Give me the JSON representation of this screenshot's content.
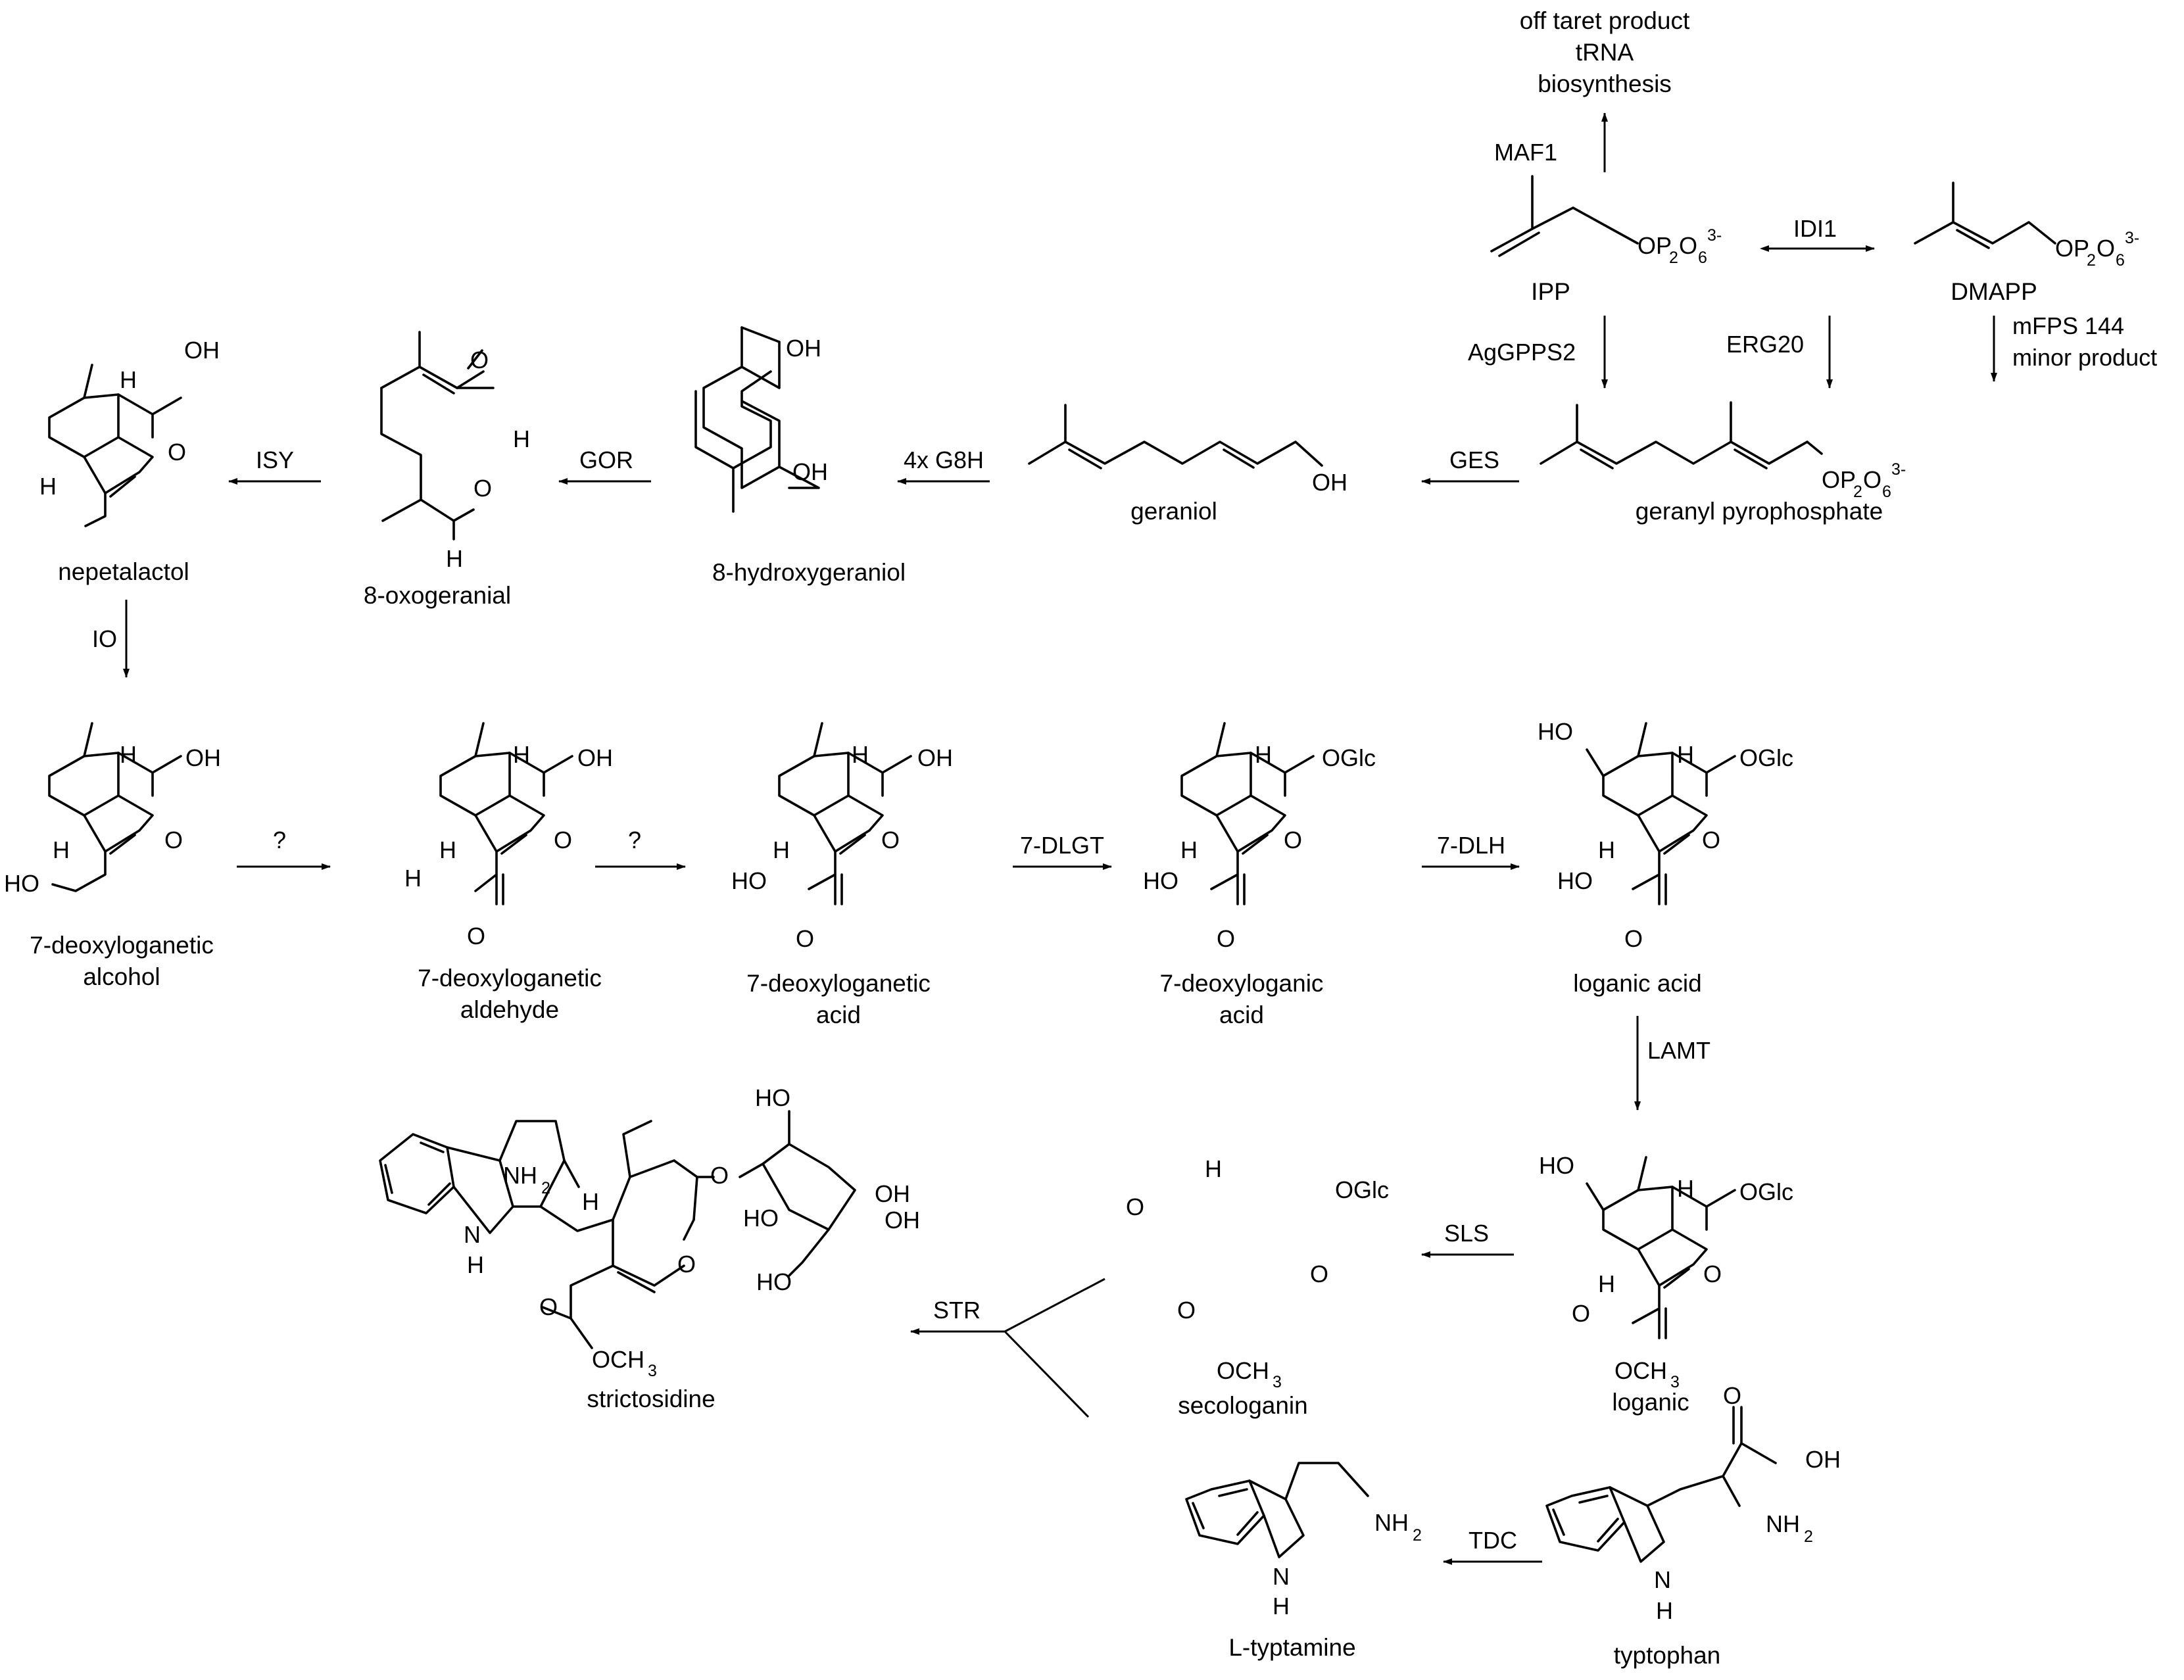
{
  "offtarget": {
    "line1": "off taret product",
    "line2": "tRNA",
    "line3": "biosynthesis"
  },
  "enzymes": {
    "maf1": "MAF1",
    "idi1": "IDI1",
    "aggpps2": "AgGPPS2",
    "erg20": "ERG20",
    "mfps_line1": "mFPS 144",
    "mfps_line2": "minor product",
    "ges": "GES",
    "g8h": "4x G8H",
    "gor": "GOR",
    "isy": "ISY",
    "io": "IO",
    "unknown1": "?",
    "unknown2": "?",
    "dlgt": "7-DLGT",
    "dlh": "7-DLH",
    "lamt": "LAMT",
    "sls": "SLS",
    "str": "STR",
    "tdc": "TDC"
  },
  "compounds": {
    "ipp": "IPP",
    "dmapp": "DMAPP",
    "gpp": "geranyl pyrophosphate",
    "geraniol": "geraniol",
    "hydroxygeraniol": "8-hydroxygeraniol",
    "oxogeranial": "8-oxogeranial",
    "nepetalactol": "nepetalactol",
    "alcohol_line1": "7-deoxyloganetic",
    "alcohol_line2": "alcohol",
    "aldehyde_line1": "7-deoxyloganetic",
    "aldehyde_line2": "aldehyde",
    "acid_line1": "7-deoxyloganetic",
    "acid_line2": "acid",
    "deoxyloganic_line1": "7-deoxyloganic",
    "deoxyloganic_line2": "acid",
    "loganic_acid": "loganic acid",
    "loganin": "loganic",
    "secologanin": "secologanin",
    "strictosidine": "strictosidine",
    "tryptophan": "typtophan",
    "tryptamine": "L-typtamine"
  },
  "atoms": {
    "H": "H",
    "OH": "OH",
    "HO": "HO",
    "O": "O",
    "N": "N",
    "OGlc": "OGlc",
    "OP": "OP",
    "O_sub6": "6",
    "P_sub2": "2",
    "charge": "3-",
    "OCH": "OCH",
    "CH_sub3": "3",
    "NH": "NH",
    "NH_sub2": "2"
  }
}
